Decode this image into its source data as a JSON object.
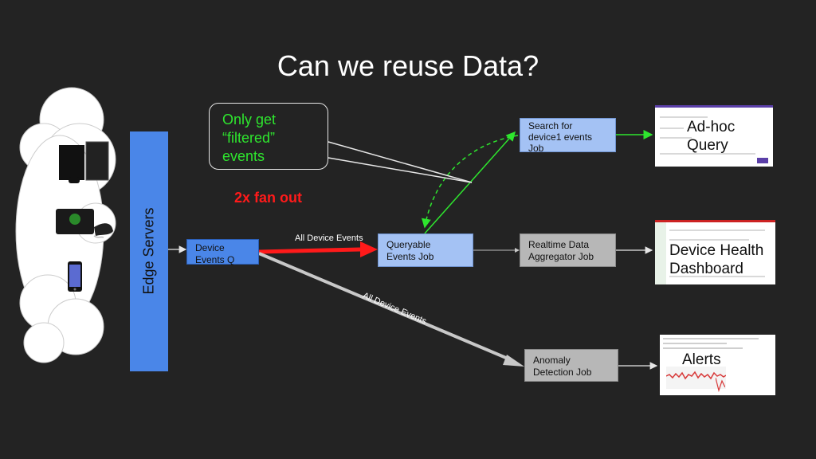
{
  "slide": {
    "title": "Can we reuse Data?",
    "callout": [
      "Only get",
      "“filtered”",
      "events"
    ],
    "fanout_label": "2x fan out"
  },
  "edge_servers": {
    "label": "Edge Servers"
  },
  "nodes": {
    "device_events_q": [
      "Device",
      "Events Q"
    ],
    "queryable_events_job": [
      "Queryable",
      "Events Job"
    ],
    "search_job": [
      "Search for",
      "device1 events",
      "Job"
    ],
    "realtime_job": [
      "Realtime Data",
      "Aggregator Job"
    ],
    "anomaly_job": [
      "Anomaly",
      "Detection Job"
    ]
  },
  "edges": {
    "all_device_events_top": "All Device Events",
    "all_device_events_diag": "All Device Events"
  },
  "outputs": {
    "adhoc": [
      "Ad-hoc",
      "Query"
    ],
    "dashboard": [
      "Device Health",
      "Dashboard"
    ],
    "alerts": [
      "Alerts"
    ]
  },
  "devices": {
    "icons": [
      "game-console-icon",
      "xbox-console-icon",
      "smartphone-icon",
      "cloud-icon"
    ]
  },
  "colors": {
    "background": "#232323",
    "blue": "#4a86e8",
    "light_blue": "#a4c2f4",
    "gray": "#b7b7b7",
    "green": "#2ee62e",
    "red": "#ff1a1a"
  }
}
